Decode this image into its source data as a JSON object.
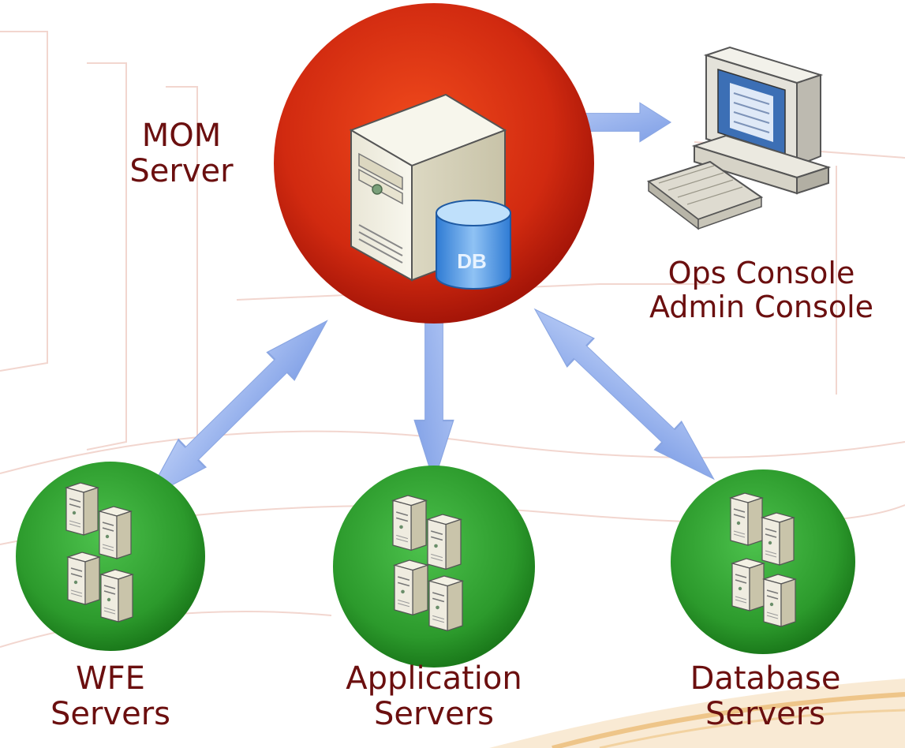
{
  "diagram": {
    "mom_server": {
      "line1": "MOM",
      "line2": "Server",
      "db_label": "DB"
    },
    "console": {
      "line1": "Ops Console",
      "line2": "Admin Console"
    },
    "wfe": {
      "line1": "WFE",
      "line2": "Servers"
    },
    "app": {
      "line1": "Application",
      "line2": "Servers"
    },
    "database": {
      "line1": "Database",
      "line2": "Servers"
    }
  },
  "colors": {
    "label_text": "#6b0f0f",
    "mom_circle": "#d42a10",
    "server_circle": "#2e9a2e",
    "arrow": "#9ab4ec",
    "background_lines": "#f2d6cf",
    "swoosh": "#e9b56a"
  },
  "icons": {
    "mom_server": "server-tower-icon",
    "database": "database-cylinder-icon",
    "console": "desktop-computer-icon",
    "server_cluster": "server-cluster-icon"
  }
}
